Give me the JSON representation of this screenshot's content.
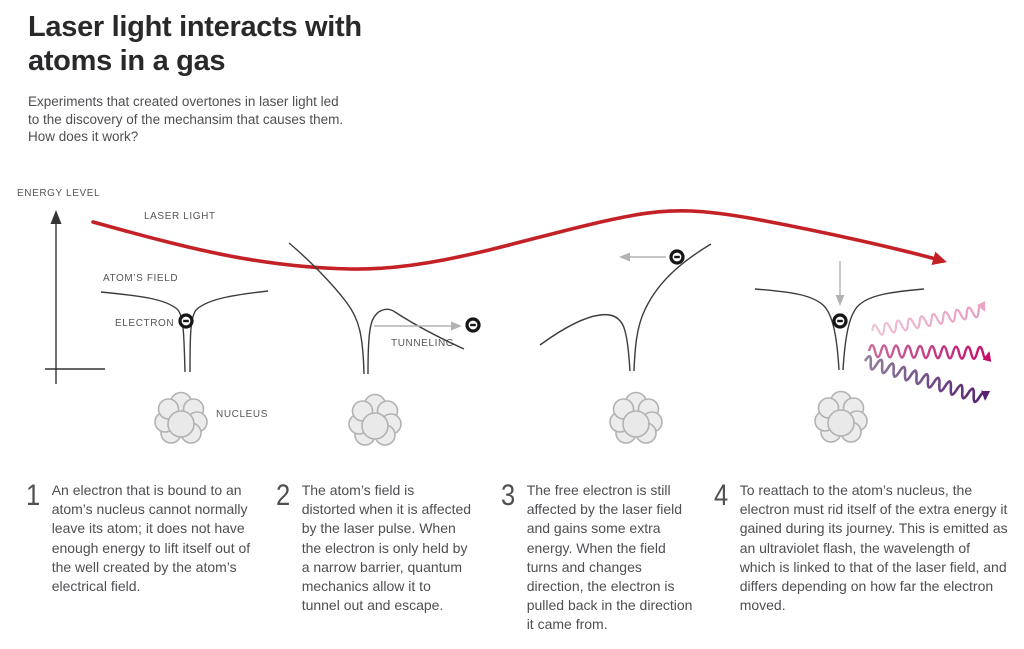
{
  "header": {
    "title": "Laser light interacts with atoms in a gas",
    "subtitle": "Experiments that created overtones in laser light led to the discovery of the mechansim that causes them. How does it work?"
  },
  "diagram": {
    "labels": {
      "energy_level": "ENERGY LEVEL",
      "laser_light": "LASER LIGHT",
      "atoms_field": "ATOM’S FIELD",
      "electron": "ELECTRON",
      "tunneling": "TUNNELING",
      "nucleus": "NUCLEUS"
    },
    "colors": {
      "laser_red": "#c42127",
      "wave_pink": "#e8a6c4",
      "wave_magenta": "#c60d6d",
      "wave_purple": "#572071",
      "field_line": "#3c3c3e",
      "arrow_gray": "#b2b2b4",
      "nucleus_fill": "#ececec",
      "nucleus_stroke": "#b2b2b4",
      "text_gray": "#4e4f52"
    }
  },
  "steps": [
    {
      "num": "1",
      "text": "An electron that is bound to an atom’s nucleus cannot normally leave its atom; it does not have enough energy to lift itself out of the well created by the atom’s electrical field."
    },
    {
      "num": "2",
      "text": "The atom’s field is distorted when it is affected by the laser pulse. When the electron is only held by a narrow barrier, quantum mechanics allow it to tunnel out and escape."
    },
    {
      "num": "3",
      "text": "The free electron is still affected by the laser field and gains some extra energy. When the field turns and changes direction, the electron is pulled back in the direction it came from."
    },
    {
      "num": "4",
      "text": "To reattach to the atom’s nucleus, the electron must rid itself of the extra energy it gained during its journey. This is emitted as an ultraviolet flash, the wavelength of which is linked to that of the laser field, and differs depending on how far the electron moved."
    }
  ]
}
